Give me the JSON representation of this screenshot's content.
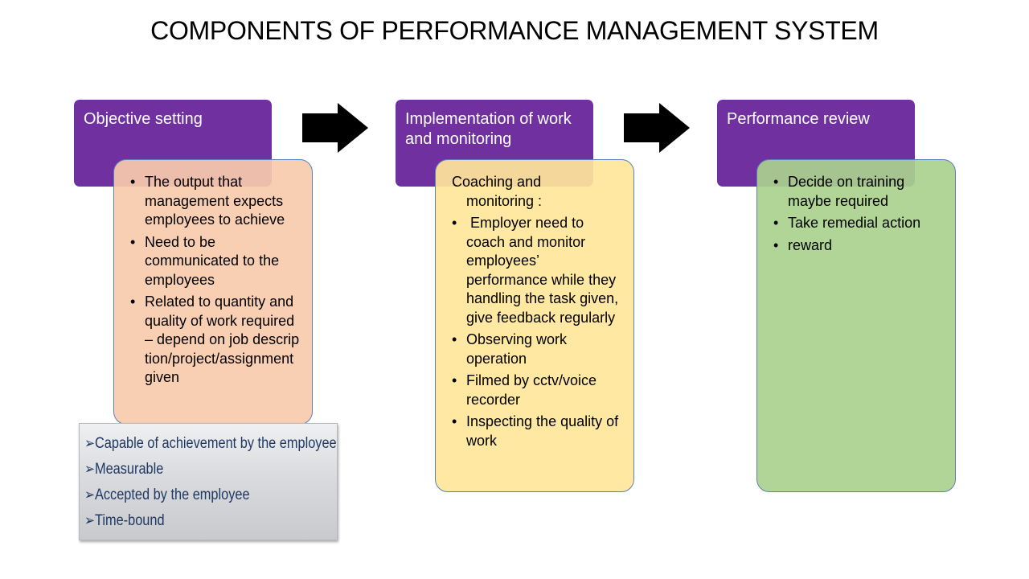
{
  "title": "COMPONENTS OF PERFORMANCE MANAGEMENT SYSTEM",
  "colors": {
    "header": "#7030a0",
    "stage1": "#f8cbad",
    "stage2": "#ffe699",
    "stage3": "#a9d18e",
    "criteria_text": "#1f3864"
  },
  "stages": [
    {
      "header": "Objective setting",
      "items": [
        "The output that management expects employees to achieve",
        "Need to be communicated to the employees",
        "Related to quantity and quality of work required – depend on job description/project/assignment given"
      ]
    },
    {
      "header": "Implementation of work and monitoring",
      "intro_line1": "Coaching and",
      "intro_line2": "monitoring :",
      "items": [
        " Employer need to coach and monitor employees’ performance while they handling the task given, give feedback regularly",
        "Observing work operation",
        "Filmed by cctv/voice recorder",
        "Inspecting the quality of work"
      ]
    },
    {
      "header": "Performance review",
      "items": [
        "Decide on training maybe required",
        "Take remedial action",
        "reward"
      ]
    }
  ],
  "criteria": {
    "marker": "➢",
    "items": [
      "Capable of achievement by the employee",
      "Measurable",
      "Accepted by the employee",
      "Time-bound"
    ]
  },
  "icons": {
    "flow_arrow": "right-arrow-icon",
    "bullet": "bullet-icon",
    "criteria_marker": "arrowhead-bullet-icon"
  }
}
